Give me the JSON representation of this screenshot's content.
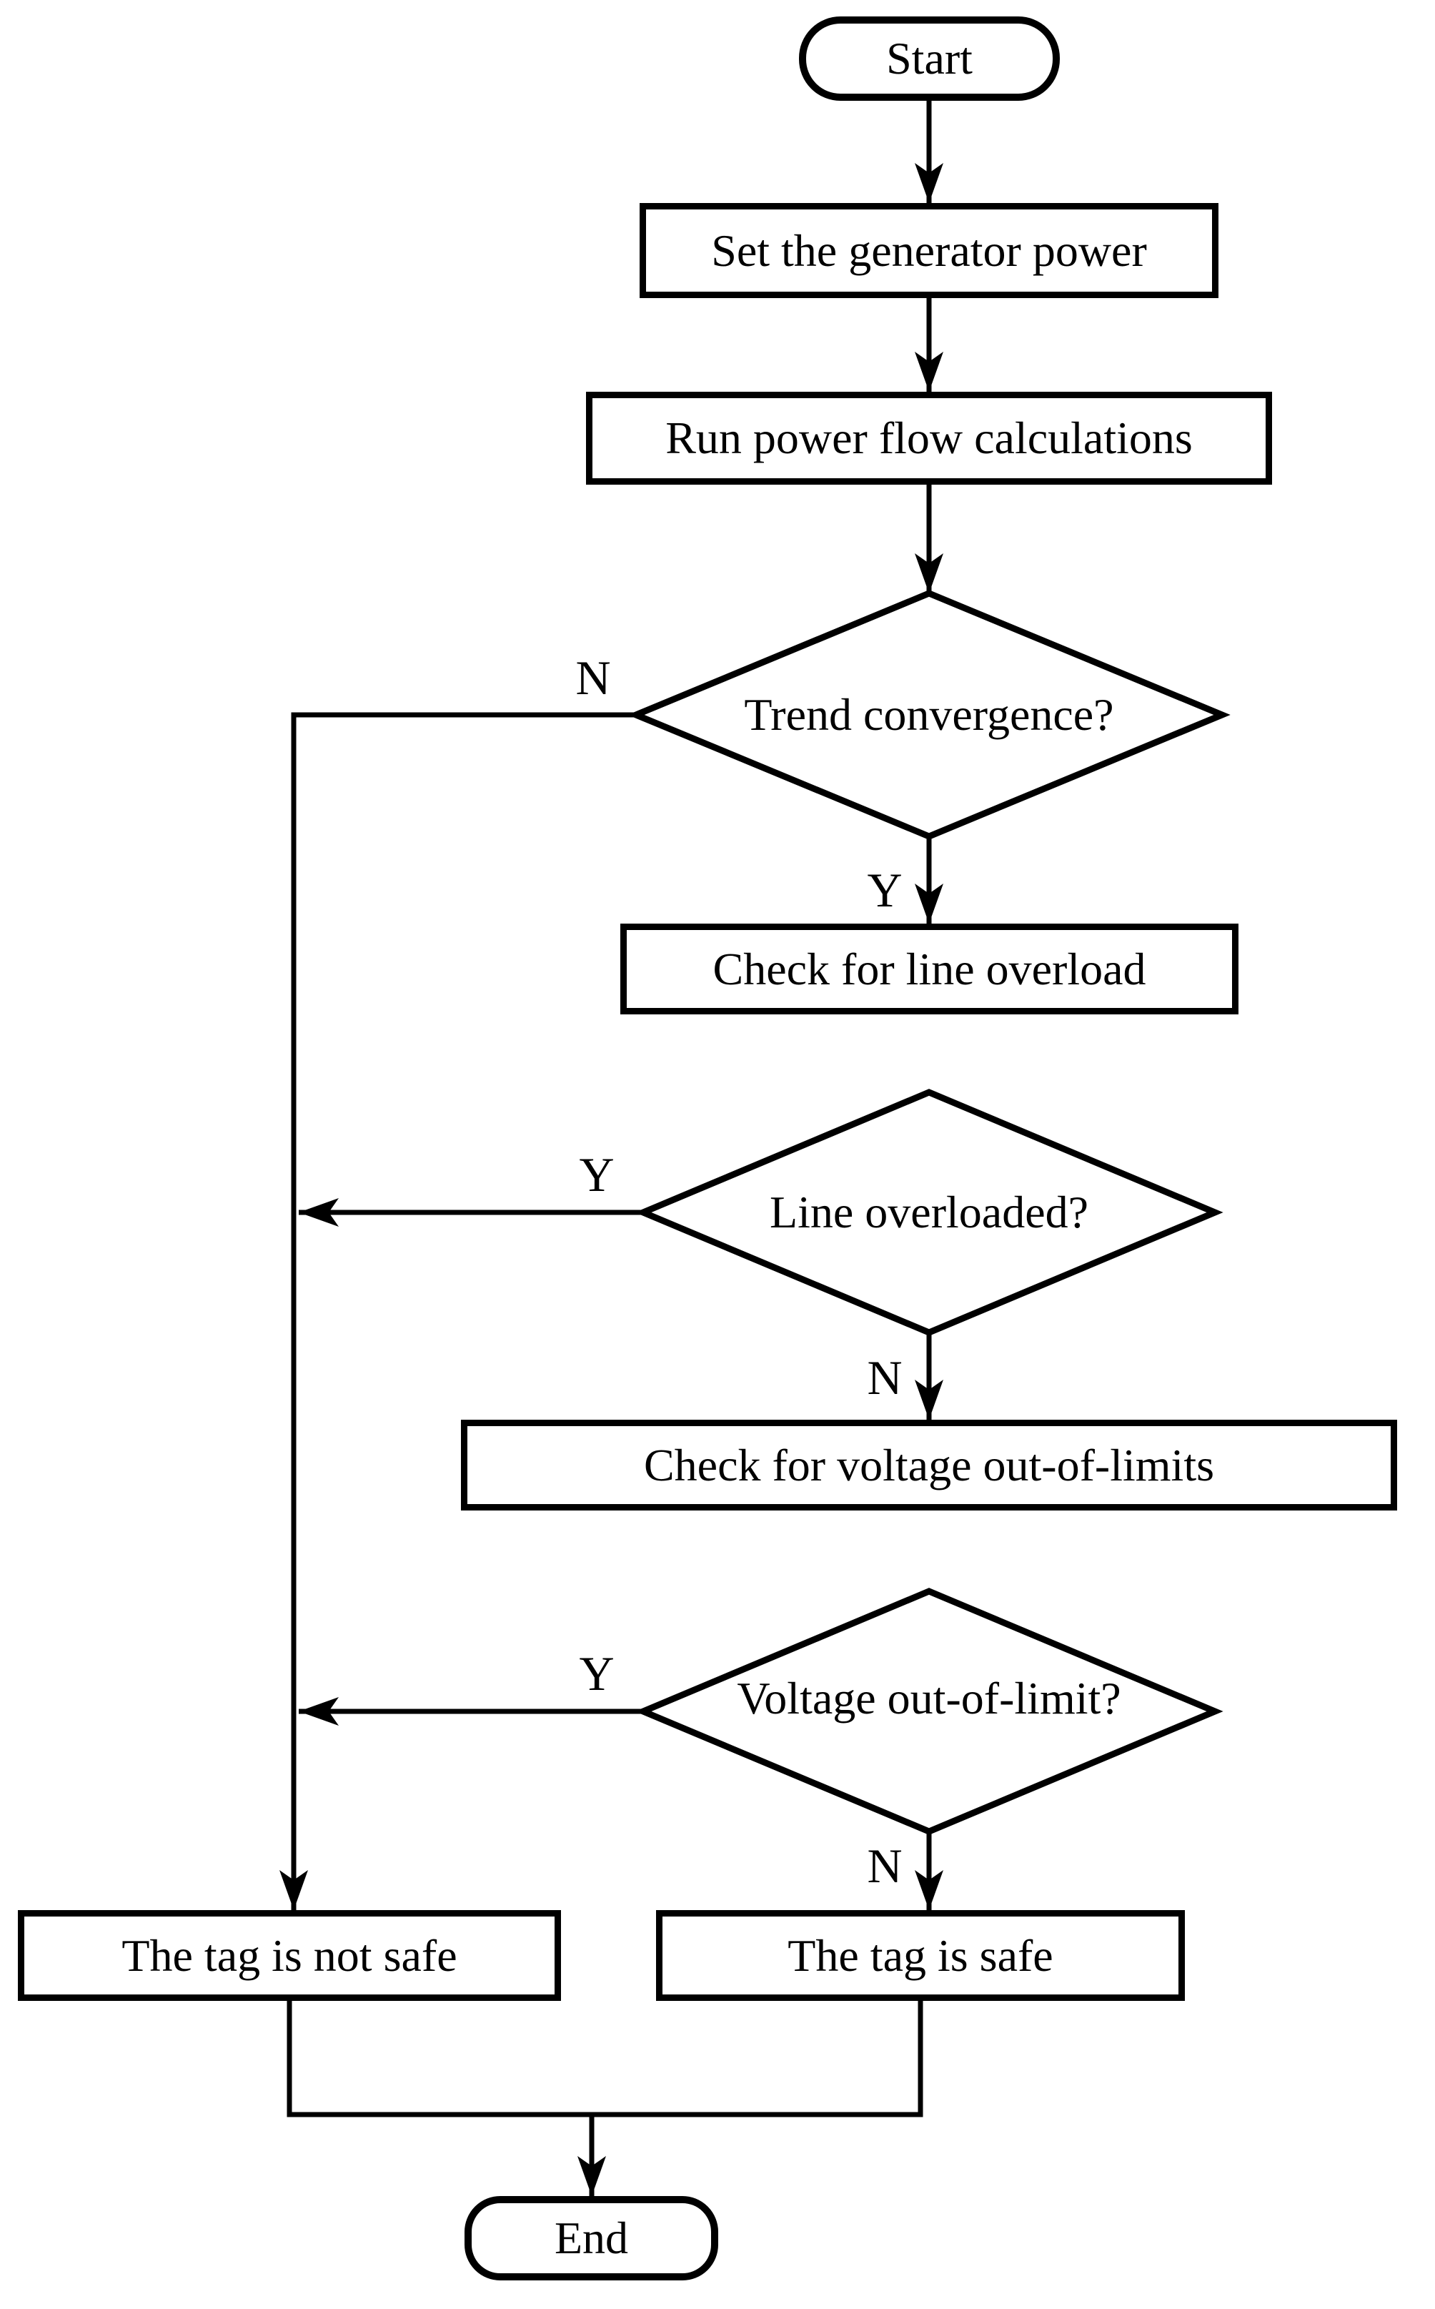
{
  "nodes": {
    "start": "Start",
    "set_generator": "Set the generator power",
    "run_power_flow": "Run power flow calculations",
    "trend_convergence": "Trend convergence?",
    "check_line_overload": "Check for line overload",
    "line_overloaded": "Line overloaded?",
    "check_voltage": "Check for voltage out-of-limits",
    "voltage_out_of_limit": "Voltage out-of-limit?",
    "tag_not_safe": "The tag is not safe",
    "tag_safe": "The tag is safe",
    "end": "End"
  },
  "edge_labels": {
    "trend_no": "N",
    "trend_yes": "Y",
    "overload_yes": "Y",
    "overload_no": "N",
    "voltage_yes": "Y",
    "voltage_no": "N"
  },
  "edges": [
    {
      "from": "start",
      "to": "set_generator",
      "label": ""
    },
    {
      "from": "set_generator",
      "to": "run_power_flow",
      "label": ""
    },
    {
      "from": "run_power_flow",
      "to": "trend_convergence",
      "label": ""
    },
    {
      "from": "trend_convergence",
      "to": "tag_not_safe",
      "label": "N"
    },
    {
      "from": "trend_convergence",
      "to": "check_line_overload",
      "label": "Y"
    },
    {
      "from": "check_line_overload",
      "to": "line_overloaded",
      "label": ""
    },
    {
      "from": "line_overloaded",
      "to": "tag_not_safe",
      "label": "Y"
    },
    {
      "from": "line_overloaded",
      "to": "check_voltage",
      "label": "N"
    },
    {
      "from": "check_voltage",
      "to": "voltage_out_of_limit",
      "label": ""
    },
    {
      "from": "voltage_out_of_limit",
      "to": "tag_not_safe",
      "label": "Y"
    },
    {
      "from": "voltage_out_of_limit",
      "to": "tag_safe",
      "label": "N"
    },
    {
      "from": "tag_not_safe",
      "to": "end",
      "label": ""
    },
    {
      "from": "tag_safe",
      "to": "end",
      "label": ""
    }
  ],
  "colors": {
    "stroke": "#000000",
    "fill": "#ffffff"
  }
}
